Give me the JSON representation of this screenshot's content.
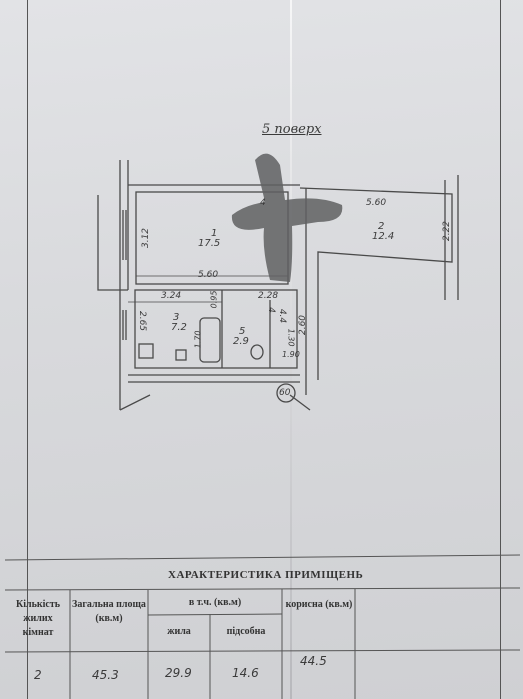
{
  "document": {
    "floor_title": "5 поверх",
    "table_title": "ХАРАКТЕРИСТИКА ПРИМІЩЕНЬ"
  },
  "plan": {
    "room_1": {
      "number": "1",
      "area": "17.5"
    },
    "room_2": {
      "number": "2",
      "area": "12.4"
    },
    "room_3": {
      "number": "3",
      "area": "7.2"
    },
    "room_4": {
      "number": "4",
      "area": "4.4"
    },
    "room_5": {
      "number": "5",
      "area": "2.9"
    },
    "dims": {
      "d_560_top": "5.60",
      "d_312": "3.12",
      "d_560_mid": "5.60",
      "d_222": "2.22",
      "d_324": "3.24",
      "d_228": "2.28",
      "d_265": "2.65",
      "d_260": "2.60",
      "d_170": "1.70",
      "d_095": "0.95",
      "d_130": "1.30",
      "d_190": "1.90",
      "d_4": "4"
    },
    "marker": "60",
    "colors": {
      "ink": "#4a4a4a",
      "paper": "#dcdde0",
      "blot": "#5f6062"
    }
  },
  "table": {
    "headers": {
      "rooms": "Кількість жилих кімнат",
      "total": "Загальна площа (кв.м)",
      "including": "в т.ч. (кв.м)",
      "living": "жила",
      "auxiliary": "підсобна",
      "useful": "корисна (кв.м)"
    },
    "values": {
      "rooms": "2",
      "total": "45.3",
      "living": "29.9",
      "auxiliary": "14.6",
      "useful": "44.5"
    }
  }
}
